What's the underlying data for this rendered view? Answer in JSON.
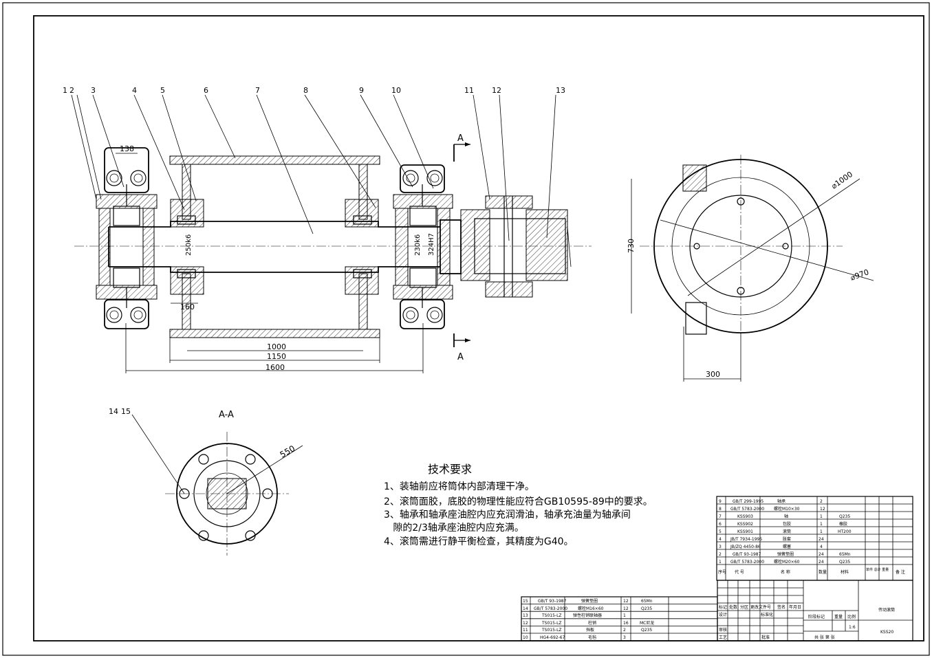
{
  "drawing": {
    "part_labels": [
      "1",
      "2",
      "3",
      "4",
      "5",
      "6",
      "7",
      "8",
      "9",
      "10",
      "11",
      "12",
      "13",
      "14",
      "15"
    ],
    "dimensions": {
      "d138": "138",
      "d160": "160",
      "d1000": "1000",
      "d1150": "1150",
      "d1600": "1600",
      "shaft_fit_left": "250k6",
      "shaft_fit_right": "230k6",
      "hub_fit": "324H7",
      "d730": "730",
      "d300": "300",
      "dia1000": "⌀1000",
      "dia970": "⌀970",
      "d550": "550"
    },
    "section_marks": {
      "top": "A",
      "bottom": "A",
      "view_title": "A-A"
    }
  },
  "tech_req": {
    "title": "技术要求",
    "items": [
      "1、装轴前应将筒体内部清理干净。",
      "2、滚筒面胶，底胶的物理性能应符合GB10595-89中的要求。",
      "3、轴承和轴承座油腔内应充润滑油，轴承充油量为轴承间",
      "   隙的2/3轴承座油腔内应充满。",
      "4、滚筒需进行静平衡检查，其精度为G40。"
    ]
  },
  "bom_upper": {
    "rows": [
      [
        "9",
        "GB/T 299-1995",
        "轴承",
        "2",
        "",
        ""
      ],
      [
        "8",
        "GB/T 5783-2000",
        "螺栓M10×30",
        "12",
        "",
        ""
      ],
      [
        "7",
        "KSS903",
        "轴",
        "1",
        "Q235",
        ""
      ],
      [
        "6",
        "KSS902",
        "包胶",
        "1",
        "橡胶",
        ""
      ],
      [
        "5",
        "KSS901",
        "滚筒",
        "1",
        "HT200",
        ""
      ],
      [
        "4",
        "JB/T 7934-1995",
        "胀套",
        "24",
        "",
        ""
      ],
      [
        "3",
        "JB/ZQ 4450-86",
        "螺塞",
        "4",
        "",
        ""
      ],
      [
        "2",
        "GB/T 93-1987",
        "弹簧垫圈",
        "24",
        "65Mn",
        ""
      ],
      [
        "1",
        "GB/T 5783-2000",
        "螺栓M20×60",
        "24",
        "Q235",
        ""
      ]
    ],
    "header": [
      "序号",
      "代 号",
      "名 称",
      "数量",
      "材料",
      "单件 总计 重量",
      "备 注"
    ]
  },
  "bom_lower": {
    "rows": [
      [
        "15",
        "GB/T 93-1987",
        "弹簧垫圈",
        "12",
        "65Mn"
      ],
      [
        "14",
        "GB/T 5783-2000",
        "螺栓M16×60",
        "12",
        "Q235"
      ],
      [
        "13",
        "TS015-LZ",
        "弹性柱销联轴器",
        "1",
        ""
      ],
      [
        "12",
        "TS015-LZ",
        "柱销",
        "16",
        "MC尼龙"
      ],
      [
        "11",
        "TS015-LZ",
        "挡板",
        "2",
        "Q235"
      ],
      [
        "10",
        "HG4-692-67",
        "毛毡",
        "3",
        ""
      ]
    ]
  },
  "title_block": {
    "left_labels": [
      "标记",
      "处数",
      "分区",
      "更改文件号",
      "签名",
      "年月日"
    ],
    "design": "设计",
    "standard": "标准化",
    "review": "审核",
    "process": "工艺",
    "approve": "批准",
    "stage": "阶段标记",
    "weight": "重量",
    "scale_label": "比例",
    "scale": "1:6",
    "sheets": "共   张 第   张",
    "name": "传动滚筒",
    "code": "KSS20"
  }
}
